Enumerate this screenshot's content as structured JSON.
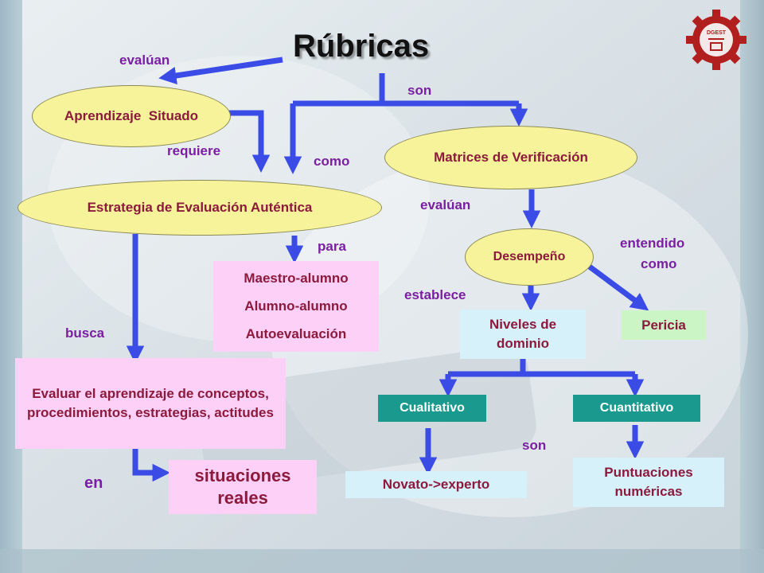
{
  "title": "Rúbricas",
  "colors": {
    "node_text": "#8b1a3c",
    "label_text": "#7a1fa2",
    "arrow": "#3a4be6",
    "ellipse_fill": "#f7f39a",
    "pink_box": "#fdd0f7",
    "teal_box": "#1a9a8e",
    "lightblue_box": "#d7f1fb",
    "lightgreen_box": "#ccf5c6"
  },
  "nodes": {
    "aprendizaje": "Aprendizaje  Situado",
    "estrategia": "Estrategia de Evaluación Auténtica",
    "matrices": "Matrices de Verificación",
    "desempeno": "Desempeño",
    "maestro_alumno": "Maestro-alumno",
    "alumno_alumno": "Alumno-alumno",
    "autoevaluacion": "Autoevaluación",
    "evaluar": "Evaluar el aprendizaje de conceptos, procedimientos, estrategias, actitudes",
    "situaciones": "situaciones reales",
    "niveles": "Niveles de dominio",
    "pericia": "Pericia",
    "cualitativo": "Cualitativo",
    "cuantitativo": "Cuantitativo",
    "novato": "Novato->experto",
    "puntuaciones": "Puntuaciones numéricas"
  },
  "labels": {
    "evaluan_left": "evalúan",
    "son_top": "son",
    "requiere": "requiere",
    "como": "como",
    "evaluan_right": "evalúan",
    "para": "para",
    "entendido": "entendido",
    "como2": "como",
    "establece": "establece",
    "busca": "busca",
    "son_bottom": "son",
    "en": "en"
  },
  "logo": {
    "text": "DGEST"
  }
}
